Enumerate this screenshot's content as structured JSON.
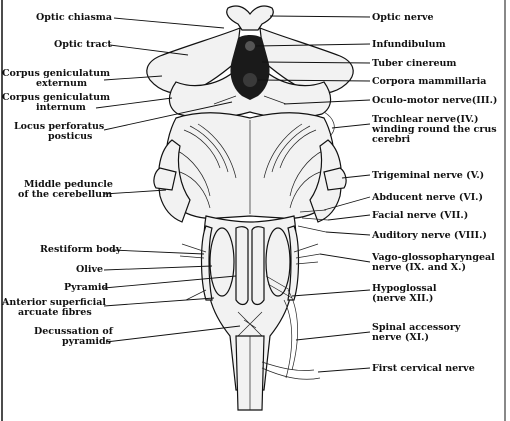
{
  "figure": {
    "labels_left": [
      {
        "id": "optic-chiasma",
        "lines": [
          "Optic chiasma"
        ]
      },
      {
        "id": "optic-tract",
        "lines": [
          "Optic tract"
        ]
      },
      {
        "id": "corpus-geniculatum-externum",
        "lines": [
          "Corpus geniculatum",
          "externum"
        ]
      },
      {
        "id": "corpus-geniculatum-internum",
        "lines": [
          "Corpus geniculatum",
          "internum"
        ]
      },
      {
        "id": "locus-perforatus-posticus",
        "lines": [
          "Locus perforatus",
          "posticus"
        ]
      },
      {
        "id": "middle-peduncle",
        "lines": [
          "Middle peduncle",
          "of the cerebellum"
        ]
      },
      {
        "id": "restiform-body",
        "lines": [
          "Restiform body"
        ]
      },
      {
        "id": "olive",
        "lines": [
          "Olive"
        ]
      },
      {
        "id": "pyramid",
        "lines": [
          "Pyramid"
        ]
      },
      {
        "id": "anterior-superficial-arcuate-fibres",
        "lines": [
          "Anterior superficial",
          "arcuate fibres"
        ]
      },
      {
        "id": "decussation-of-pyramids",
        "lines": [
          "Decussation of",
          "pyramids"
        ]
      }
    ],
    "labels_right": [
      {
        "id": "optic-nerve",
        "lines": [
          "Optic nerve"
        ]
      },
      {
        "id": "infundibulum",
        "lines": [
          "Infundibulum"
        ]
      },
      {
        "id": "tuber-cinereum",
        "lines": [
          "Tuber cinereum"
        ]
      },
      {
        "id": "corpora-mammillaria",
        "lines": [
          "Corpora mammillaria"
        ]
      },
      {
        "id": "oculo-motor-nerve",
        "lines": [
          "Oculo-motor nerve(III.)"
        ]
      },
      {
        "id": "trochlear-nerve",
        "lines": [
          "Trochlear nerve(IV.)",
          "winding round the crus",
          "cerebri"
        ]
      },
      {
        "id": "trigeminal-nerve",
        "lines": [
          "Trigeminal nerve (V.)"
        ]
      },
      {
        "id": "abducent-nerve",
        "lines": [
          "Abducent nerve (VI.)"
        ]
      },
      {
        "id": "facial-nerve",
        "lines": [
          "Facial nerve (VII.)"
        ]
      },
      {
        "id": "auditory-nerve",
        "lines": [
          "Auditory nerve  (VIII.)"
        ]
      },
      {
        "id": "vago-glossopharyngeal-nerve",
        "lines": [
          "Vago-glossopharyngeal",
          "nerve (IX. and X.)"
        ]
      },
      {
        "id": "hypoglossal-nerve",
        "lines": [
          "Hypoglossal",
          "(nerve XII.)"
        ]
      },
      {
        "id": "spinal-accessory-nerve",
        "lines": [
          "Spinal accessory",
          "nerve (XI.)"
        ]
      },
      {
        "id": "first-cervical-nerve",
        "lines": [
          "First cervical nerve"
        ]
      }
    ]
  }
}
